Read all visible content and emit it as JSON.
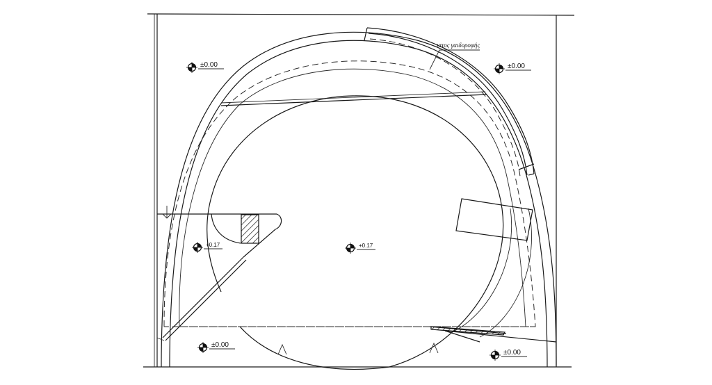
{
  "note": {
    "text": "ιπτος γαιδοροφής"
  },
  "levels": [
    {
      "id": "tl",
      "text": "±0.00"
    },
    {
      "id": "tr",
      "text": "±0.00"
    },
    {
      "id": "ml",
      "text": "+0.17"
    },
    {
      "id": "c",
      "text": "+0.17"
    },
    {
      "id": "bl",
      "text": "±0.00"
    },
    {
      "id": "br",
      "text": "±0.00"
    }
  ]
}
